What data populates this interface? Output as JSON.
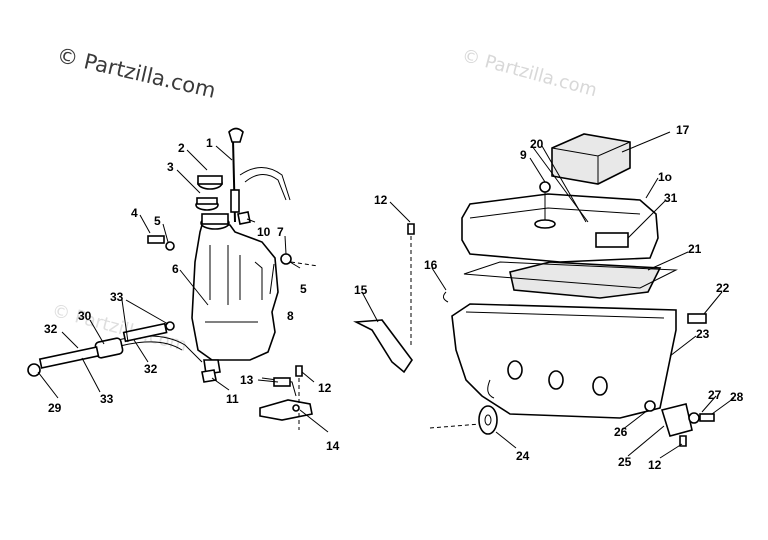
{
  "watermark": {
    "main": "© Partzilla.com",
    "faint": "© Partzilla.com"
  },
  "callouts": {
    "c1": "1",
    "c2": "2",
    "c3": "3",
    "c4": "4",
    "c5a": "5",
    "c5b": "5",
    "c6": "6",
    "c7": "7",
    "c8": "8",
    "c10": "10",
    "c11": "11",
    "c12a": "12",
    "c12b": "12",
    "c12c": "12",
    "c13": "13",
    "c14": "14",
    "c29": "29",
    "c30": "30",
    "c32a": "32",
    "c32b": "32",
    "c33a": "33",
    "c33b": "33",
    "c9": "9",
    "c20": "20",
    "c17": "17",
    "c1o": "1o",
    "c31": "31",
    "c16": "16",
    "c15": "15",
    "c21": "21",
    "c22": "22",
    "c23": "23",
    "c24": "24",
    "c25": "25",
    "c26": "26",
    "c27": "27",
    "c28": "28"
  },
  "colors": {
    "ink": "#000000",
    "watermark": "#3a3a3a",
    "watermark_faint": "#d8d8d8"
  }
}
